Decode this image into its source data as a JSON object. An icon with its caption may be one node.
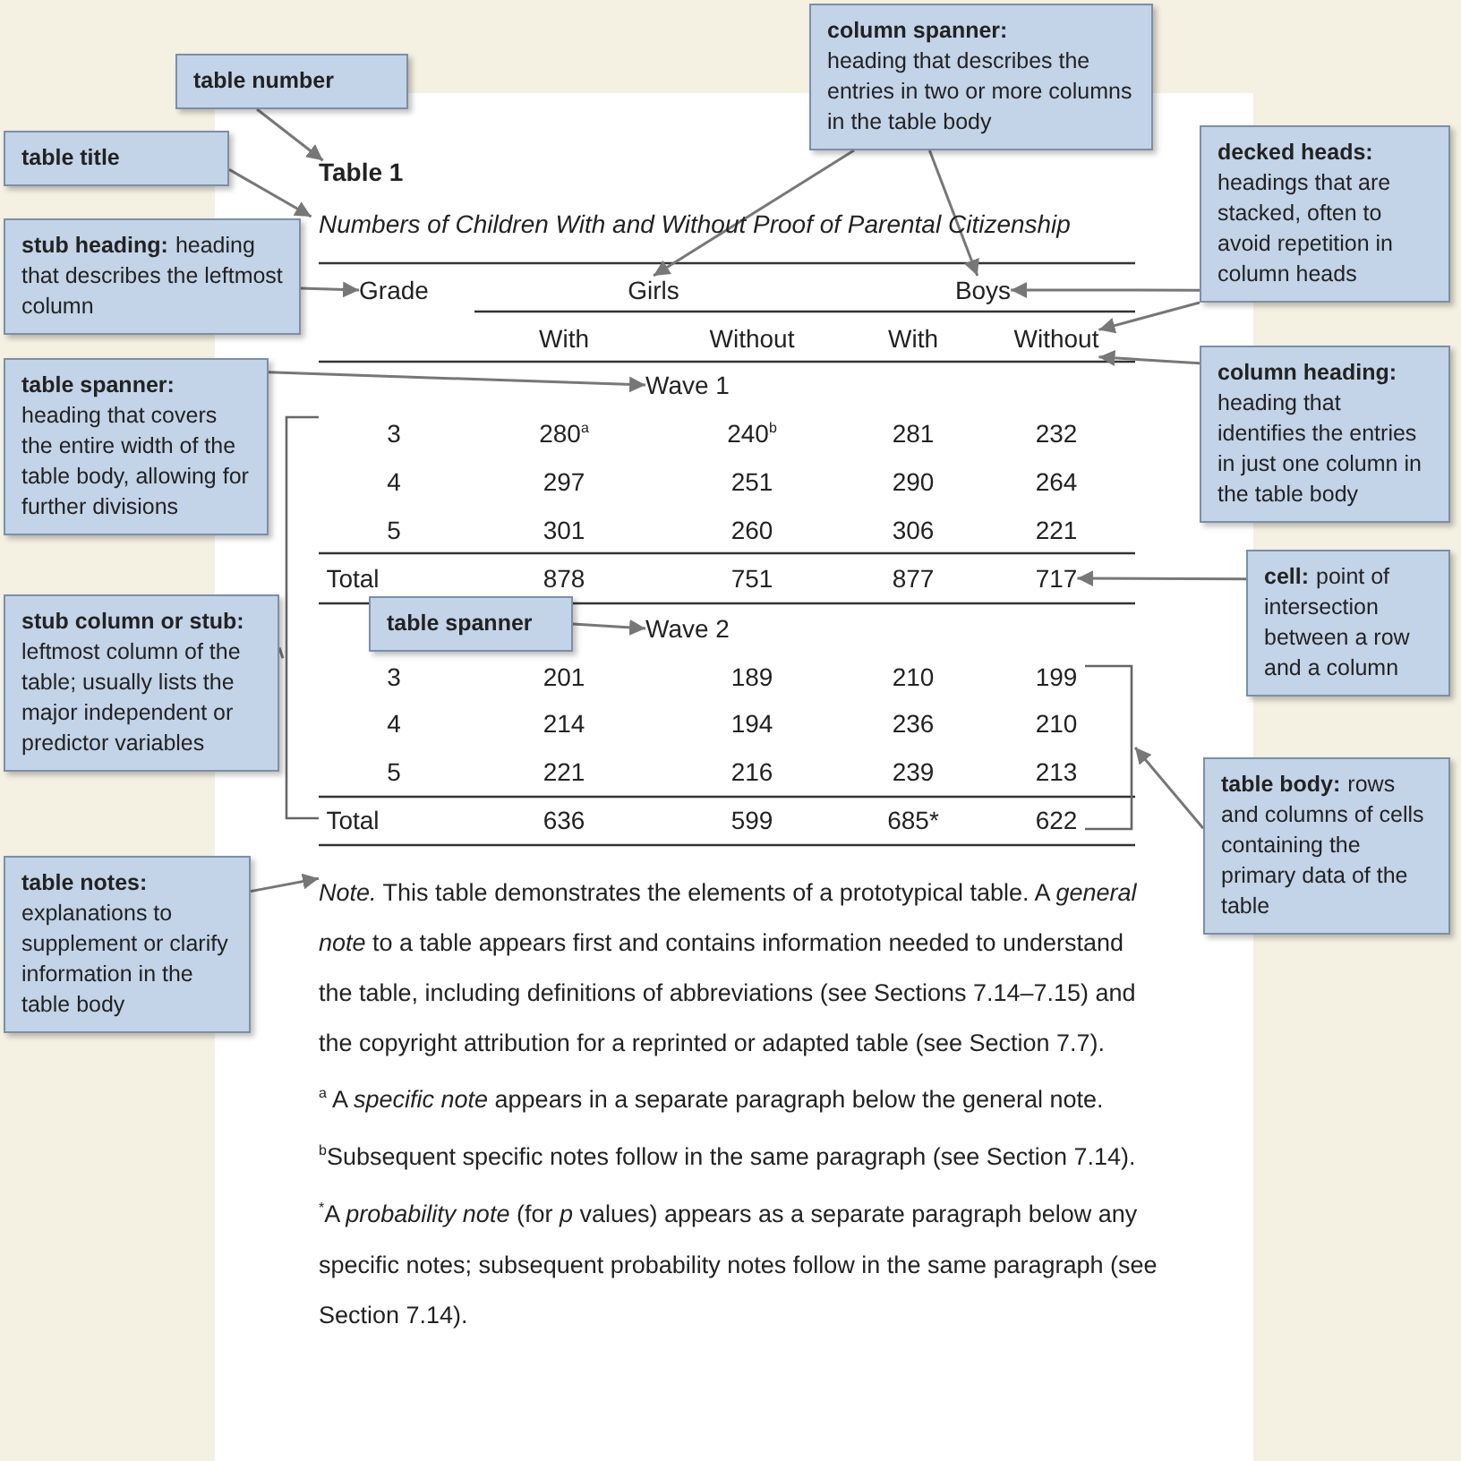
{
  "diagram": {
    "nodes": [
      {
        "text": [
          "table number"
        ]
      },
      {
        "text": [
          "table title"
        ]
      },
      {
        "text": [
          "column spanner:",
          "heading that describes the entries in two or more columns in the table body"
        ]
      },
      {
        "text": [
          "decked heads:",
          "headings that are stacked, often to avoid repetition in column heads"
        ]
      },
      {
        "text": [
          "stub heading:",
          "heading that describes the leftmost column"
        ]
      },
      {
        "text": [
          "column heading:",
          "heading that identifies the entries in just one column in the table body"
        ]
      },
      {
        "text": [
          "table spanner:",
          "heading that covers the entire width of the table body, allowing for further divisions"
        ]
      },
      {
        "text": [
          "cell:",
          "point of intersection between a row and a column"
        ]
      },
      {
        "text": [
          "stub column or stub:",
          "leftmost column of the table; usually lists the major independent or predictor variables"
        ]
      },
      {
        "text": [
          "table spanner"
        ]
      },
      {
        "text": [
          "table body:",
          "rows and columns of cells containing the primary data of the table"
        ]
      },
      {
        "text": [
          "table notes:",
          "explanations to supplement or clarify information in the table body"
        ]
      },
      {
        "text": [
          "Table 1"
        ]
      },
      {
        "text": [
          "Numbers of Children With and Without Proof of Parental Citizenship"
        ]
      },
      {
        "text": [
          "Grade"
        ]
      },
      {
        "text": [
          "Girls"
        ]
      },
      {
        "text": [
          "Boys"
        ]
      },
      {
        "text": [
          "Without"
        ]
      },
      {
        "text": [
          "Wave 1"
        ]
      },
      {
        "text": [
          "717"
        ]
      },
      {
        "text": [
          "Wave 2"
        ]
      },
      {
        "text": [],
        "shape": "bracket"
      },
      {
        "text": [],
        "shape": "bracket"
      },
      {
        "text": [
          "*Note.* This table demonstrates the elements of a prototypical table. A *general note* to a table appears first and contains information needed to understand the table, including definitions of abbreviations (see Sections 7.14–7.15) and the copyright attribution for a reprinted or adapted table (see Section 7.7)."
        ]
      }
    ],
    "edges": [
      {
        "from": 0,
        "to": 12,
        "arrow": "to"
      },
      {
        "from": 1,
        "to": 13,
        "arrow": "to"
      },
      {
        "from": 2,
        "to": 15,
        "arrow": "to"
      },
      {
        "from": 2,
        "to": 16,
        "arrow": "to"
      },
      {
        "from": 3,
        "to": 16,
        "arrow": "to"
      },
      {
        "from": 3,
        "to": 17,
        "arrow": "to"
      },
      {
        "from": 4,
        "to": 14,
        "arrow": "to"
      },
      {
        "from": 5,
        "to": 17,
        "arrow": "to"
      },
      {
        "from": 6,
        "to": 18,
        "arrow": "to"
      },
      {
        "from": 7,
        "to": 19,
        "arrow": "to"
      },
      {
        "from": 8,
        "to": 21,
        "arrow": "none"
      },
      {
        "from": 9,
        "to": 20,
        "arrow": "to"
      },
      {
        "from": 10,
        "to": 22,
        "arrow": "to"
      },
      {
        "from": 11,
        "to": 23,
        "arrow": "to"
      }
    ],
    "labels": [
      "With",
      "Without",
      "With",
      "3",
      "280$^{a}$",
      "240$^{b}$",
      "281",
      "232",
      "4",
      "297",
      "251",
      "290",
      "264",
      "5",
      "301",
      "260",
      "306",
      "221",
      "Total",
      "878",
      "751",
      "877",
      "3",
      "201",
      "189",
      "210",
      "199",
      "4",
      "214",
      "194",
      "236",
      "210",
      "5",
      "221",
      "216",
      "239",
      "213",
      "Total",
      "636",
      "599",
      "685*",
      "622",
      "$^{a}$ A *specific note* appears in a separate paragraph below the general note.",
      "$^{b}$Subsequent specific notes follow in the same paragraph (see Section 7.14).",
      "$^{*}$A *probability note* (for *p* values) appears as a separate paragraph below any specific notes; subsequent probability notes follow in the same paragraph (see Section 7.14)."
    ]
  }
}
